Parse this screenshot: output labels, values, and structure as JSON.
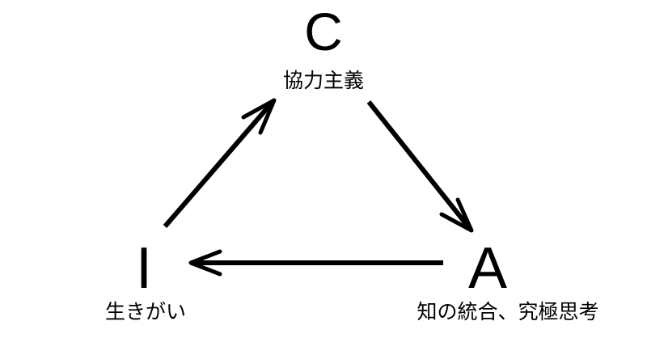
{
  "nodes": {
    "c": {
      "letter": "C",
      "label": "協力主義"
    },
    "a": {
      "letter": "A",
      "label": "知の統合、究極思考"
    },
    "i": {
      "letter": "I",
      "label": "生きがい"
    }
  },
  "edges": [
    {
      "from": "I",
      "to": "C"
    },
    {
      "from": "C",
      "to": "A"
    },
    {
      "from": "A",
      "to": "I"
    }
  ],
  "colors": {
    "ink": "#000000",
    "background": "#ffffff"
  }
}
